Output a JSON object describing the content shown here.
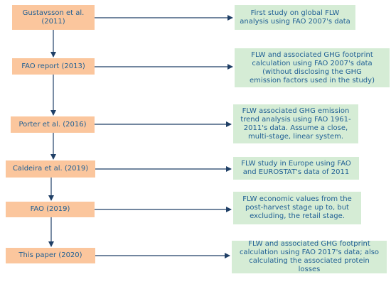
{
  "timeline": {
    "entries": [
      {
        "source": "Gustavsson et al.\n(2011)",
        "description": "First study on global FLW\nanalysis using FAO 2007's data"
      },
      {
        "source": "FAO report (2013)",
        "description": "FLW and associated GHG footprint\ncalculation using FAO 2007's data\n(without disclosing the GHG\nemission factors used in the study)"
      },
      {
        "source": "Porter et al. (2016)",
        "description": "FLW associated GHG emission\ntrend analysis using FAO 1961-\n2011's data. Assume a close,\nmulti-stage, linear system."
      },
      {
        "source": "Caldeira et al. (2019)",
        "description": "FLW study in Europe using FAO\nand EUROSTAT's data of 2011"
      },
      {
        "source": "FAO (2019)",
        "description": "FLW economic values from the\npost-harvest stage up to, but\nexcluding, the retail stage."
      },
      {
        "source": "This paper (2020)",
        "description": "FLW and associated GHG footprint\ncalculation using FAO 2017's data; also\ncalculating the associated protein\nlosses"
      }
    ]
  },
  "colors": {
    "left_box": "#fbc69d",
    "right_box": "#d5ecd5",
    "text": "#1f5f94",
    "arrow": "#1f3f66"
  }
}
